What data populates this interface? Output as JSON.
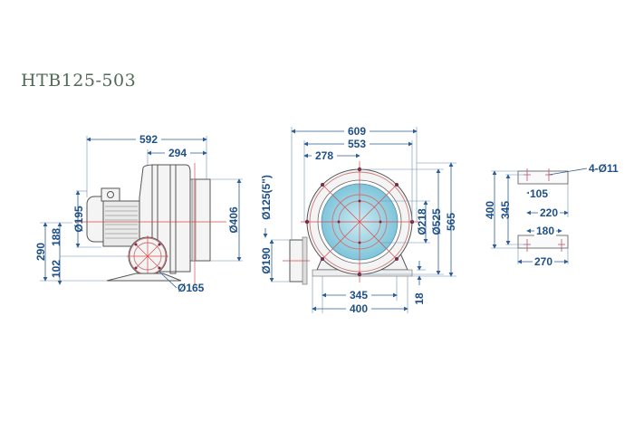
{
  "title": "HTB125-503",
  "colors": {
    "title": "#4f6a56",
    "dimension_text": "#1e4f86",
    "dimension_line": "#2e5d93",
    "center_line": "#d84a4a",
    "impeller_fill": "#9fd3e3"
  },
  "side_view": {
    "overall_length": "592",
    "blower_length": "294",
    "motor_diameter": "Ø195",
    "outlet_flange_diameter": "Ø406",
    "height_axis": "290",
    "height_motor": "188",
    "base_to_outlet": "102",
    "outlet_diameter": "Ø165"
  },
  "front_view": {
    "overall_width": "609",
    "body_width": "553",
    "center_offset": "278",
    "inlet_diameter": "Ø125(5\")",
    "outlet_flange": "Ø190",
    "inner_circle": "Ø218",
    "housing_diameter": "Ø525",
    "overall_height": "565",
    "base_bolt_span": "345",
    "base_width": "400",
    "base_height": "18"
  },
  "base_view": {
    "holes": "4-Ø11",
    "outer_length": "400",
    "bolt_length": "345",
    "slot_offset": "105",
    "inner_width": "220",
    "bolt_width": "180",
    "outer_width": "270"
  }
}
